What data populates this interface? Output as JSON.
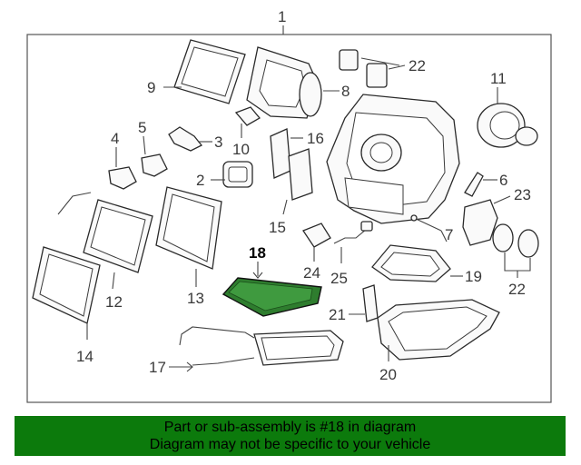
{
  "diagram": {
    "callouts": {
      "c1": "1",
      "c2": "2",
      "c3": "3",
      "c4": "4",
      "c5": "5",
      "c6": "6",
      "c7": "7",
      "c8": "8",
      "c9": "9",
      "c10": "10",
      "c11": "11",
      "c12": "12",
      "c13": "13",
      "c14": "14",
      "c15": "15",
      "c16": "16",
      "c17": "17",
      "c18": "18",
      "c19": "19",
      "c20": "20",
      "c21": "21",
      "c22a": "22",
      "c22b": "22",
      "c23": "23",
      "c24": "24",
      "c25": "25"
    },
    "highlighted_part": "18",
    "highlight_color": "#2e7d2e"
  },
  "banner": {
    "line1": "Part or sub-assembly is #18 in diagram",
    "line2": "Diagram may not be specific to your vehicle",
    "background": "#0c7a0c"
  }
}
